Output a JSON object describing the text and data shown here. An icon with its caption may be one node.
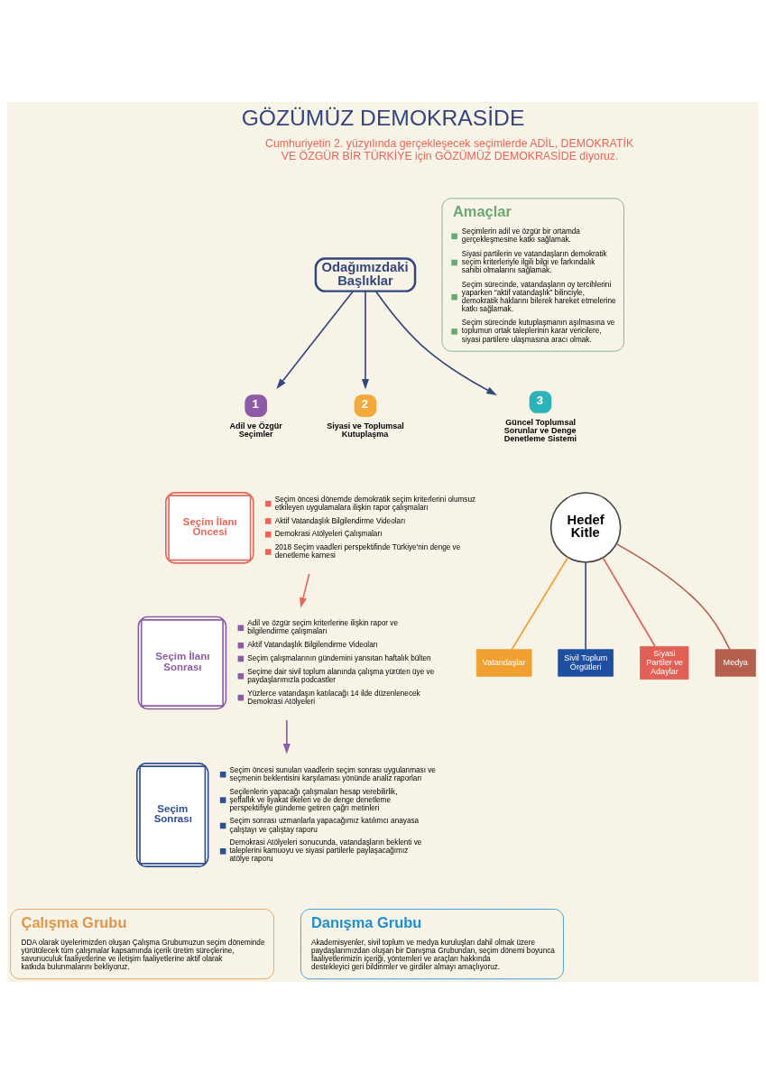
{
  "diagram": {
    "title": "GÖZÜMÜZ DEMOKRASİDE",
    "nodes": [
      {
        "text": [
          "Odağımızdaki Başlıklar"
        ]
      },
      {
        "text": [
          "1",
          "Adil ve Özgür Seçimler"
        ]
      },
      {
        "text": [
          "2",
          "Siyasi ve Toplumsal Kutuplaşma"
        ]
      },
      {
        "text": [
          "3",
          "Güncel Toplumsal Sorunlar ve Denge Denetleme Sistemi"
        ]
      },
      {
        "text": [
          "Amaçlar",
          "Seçimlerin adil ve özgür bir ortamda gerçekleşmesine katkı sağlamak.",
          "Siyasi partilerin ve vatandaşların demokratik seçim kriterleriyle ilgili bilgi ve farkındalık sahibi olmalarını sağlamak.",
          "Seçim sürecinde, vatandaşların oy tercihlerini yaparken “aktif vatandaşlık” bilinciyle, demokratik haklarını bilerek hareket etmelerine katkı sağlamak.",
          "Seçim sürecinde kutuplaşmanın aşılmasına ve toplumun ortak taleplerinin karar vericilere, siyasi partilere ulaşmasına aracı olmak."
        ]
      },
      {
        "text": [
          "Seçim İlanı Öncesi"
        ],
        "beside": [
          "Seçim öncesi dönemde demokratik seçim kriterlerini olumsuz etkileyen uygulamalara ilişkin rapor çalışmaları",
          "Aktif Vatandaşlık Bilgilendirme Videoları",
          "Demokrasi Atölyeleri Çalışmaları",
          "2018 Seçim vaadleri perspektifinde Türkiye'nin denge ve denetleme karnesi"
        ]
      },
      {
        "text": [
          "Seçim İlanı Sonrası"
        ],
        "beside": [
          "Adil ve özgür seçim kriterlerine ilişkin rapor ve bilgilendirme çalışmaları",
          "Aktif Vatandaşlık Bilgilendirme Videoları",
          "Seçim çalışmalarının gündemini yansıtan haftalık bülten",
          "Seçime dair sivil toplum alanında çalışma yürüten üye ve paydaşlarımızla podcastler",
          "Yüzlerce vatandaşın katılacağı 14 ilde düzenlenecek Demokrasi Atölyeleri"
        ]
      },
      {
        "text": [
          "Seçim Sonrası"
        ],
        "beside": [
          "Seçim öncesi sunulan vaadlerin seçim sonrası uygulanması ve seçmenin beklentisini karşılaması yönünde analiz raporları",
          "Seçilenlerin yapacağı çalışmaları hesap verebilirlik, şeffaflık ve liyakat ilkeleri ve de denge denetleme perspektifiyle gündeme getiren çağrı metinleri",
          "Seçim sonrası uzmanlarla yapacağımız katılımcı anayasa çalıştayı ve çalıştay raporu",
          "Demokrasi Atölyeleri sonucunda, vatandaşların beklenti ve taleplerini kamuoyu ve siyasi partilerle paylaşacağımız atölye raporu"
        ]
      },
      {
        "text": [
          "Hedef Kitle"
        ]
      },
      {
        "text": [
          "Vatandaşlar"
        ]
      },
      {
        "text": [
          "Sivil Toplum Örgütleri"
        ]
      },
      {
        "text": [
          "Siyasi Partiler ve Adaylar"
        ]
      },
      {
        "text": [
          "Medya"
        ]
      },
      {
        "text": [
          "Çalışma Grubu",
          "DDA olarak üyelerimizden oluşan Çalışma Grubumuzun seçim döneminde yürütülecek tüm çalışmalar kapsamında içerik üretim süreçlerine, savunuculuk faaliyetlerine ve iletişim faaliyetlerine aktif olarak katkıda bulunmalarını bekliyoruz."
        ]
      },
      {
        "text": [
          "Danışma Grubu",
          "Akademisyenler, sivil toplum ve medya kuruluşları dahil olmak üzere paydaşlarımızdan oluşan bir Danışma Grubundan, seçim dönemi boyunca faaliyetlerimizin içeriği, yöntemleri ve araçları hakkında destekleyici geri bildirimler ve girdiler almayı amaçlıyoruz."
        ]
      }
    ],
    "edges": [
      {
        "from": 0,
        "to": 1,
        "arrow": "to"
      },
      {
        "from": 0,
        "to": 2,
        "arrow": "to"
      },
      {
        "from": 0,
        "to": 3,
        "arrow": "to"
      },
      {
        "from": 5,
        "to": 6,
        "arrow": "to",
        "color": "#e8675a"
      },
      {
        "from": 6,
        "to": 7,
        "arrow": "to",
        "color": "#8e5ba6"
      },
      {
        "from": 8,
        "to": 9,
        "arrow": "none",
        "color": "#f0a030"
      },
      {
        "from": 8,
        "to": 10,
        "arrow": "none",
        "color": "#1f4fa0"
      },
      {
        "from": 8,
        "to": 11,
        "arrow": "none",
        "color": "#e06055"
      },
      {
        "from": 8,
        "to": 12,
        "arrow": "none",
        "color": "#b5604f"
      }
    ],
    "labels": [
      "Cumhuriyetin 2. yüzyılında gerçekleşecek seçimlerde ADİL, DEMOKRATİK VE ÖZGÜR BİR TÜRKİYE için GÖZÜMÜZ DEMOKRASİDE diyoruz."
    ]
  }
}
